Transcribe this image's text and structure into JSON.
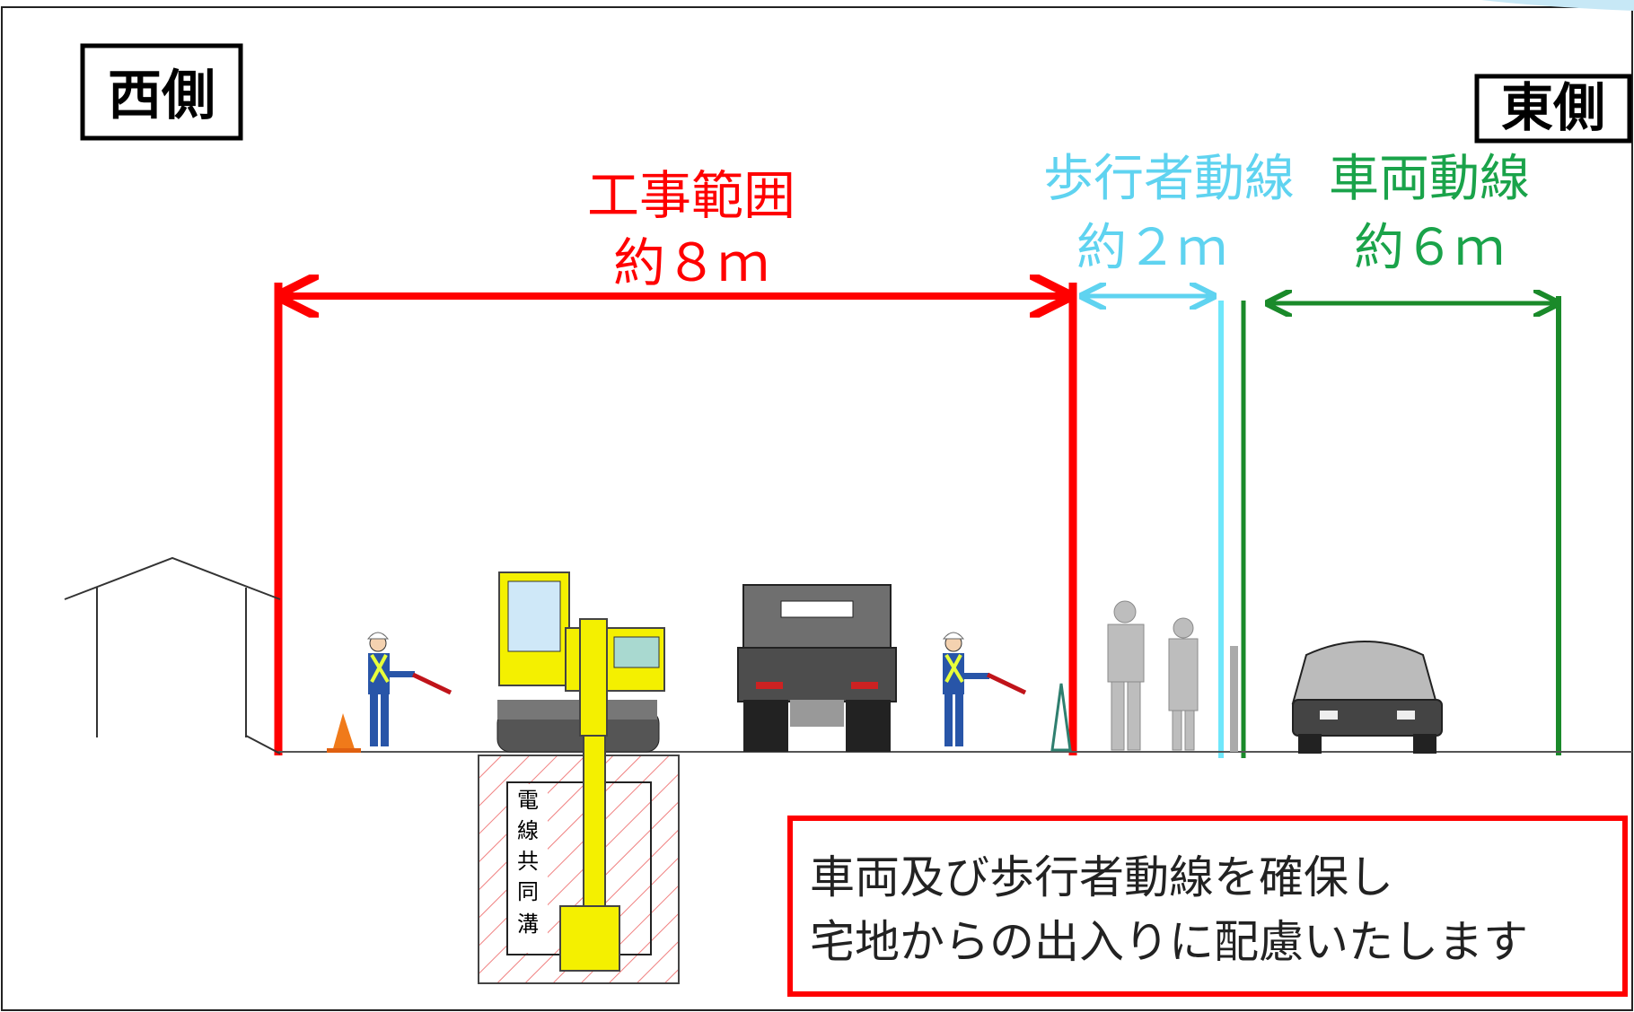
{
  "direction": {
    "west": "西側",
    "east": "東側"
  },
  "zones": {
    "construction": {
      "title": "工事範囲",
      "width": "約８ｍ",
      "color": "#ff0000"
    },
    "pedestrian": {
      "title": "歩行者動線",
      "width": "約２ｍ",
      "color": "#5fd3f0"
    },
    "vehicle": {
      "title": "車両動線",
      "width": "約６ｍ",
      "color": "#1aa34a"
    }
  },
  "trench": {
    "label": [
      "電",
      "線",
      "共",
      "同",
      "溝"
    ]
  },
  "notice": {
    "line1": "車両及び歩行者動線を確保し",
    "line2": "宅地からの出入りに配慮いたします",
    "border_color": "#ff0000"
  },
  "icons": [
    "house-icon",
    "traffic-cone-icon",
    "flagman-icon",
    "excavator-icon",
    "dump-truck-icon",
    "warning-triangle-icon",
    "pedestrians-icon",
    "car-icon"
  ]
}
